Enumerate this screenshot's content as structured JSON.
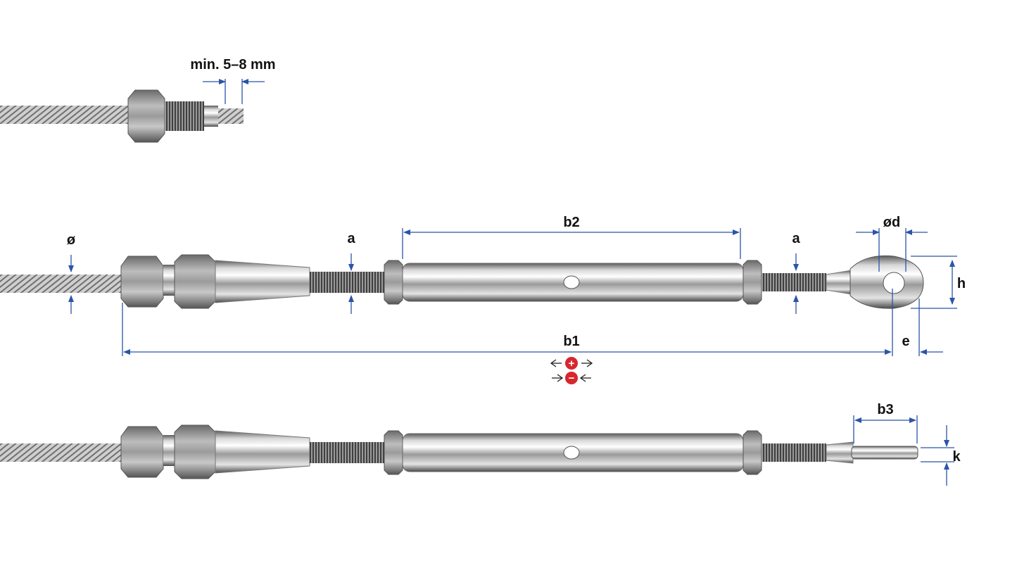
{
  "labels": {
    "min_length": "min. 5–8 mm",
    "diameter": "ø",
    "a_left": "a",
    "a_right": "a",
    "b2": "b2",
    "diameter_d": "ød",
    "h": "h",
    "b1": "b1",
    "e": "e",
    "b3": "b3",
    "k": "k"
  },
  "symbols": {
    "tighten": "+",
    "loosen": "−",
    "tighten_color": "#d7262c",
    "loosen_color": "#d7262c"
  },
  "colors": {
    "dimension": "#2a55a8",
    "label": "#111111",
    "metal_light": "#e8e8e8",
    "metal_dark": "#6e6e6e"
  }
}
